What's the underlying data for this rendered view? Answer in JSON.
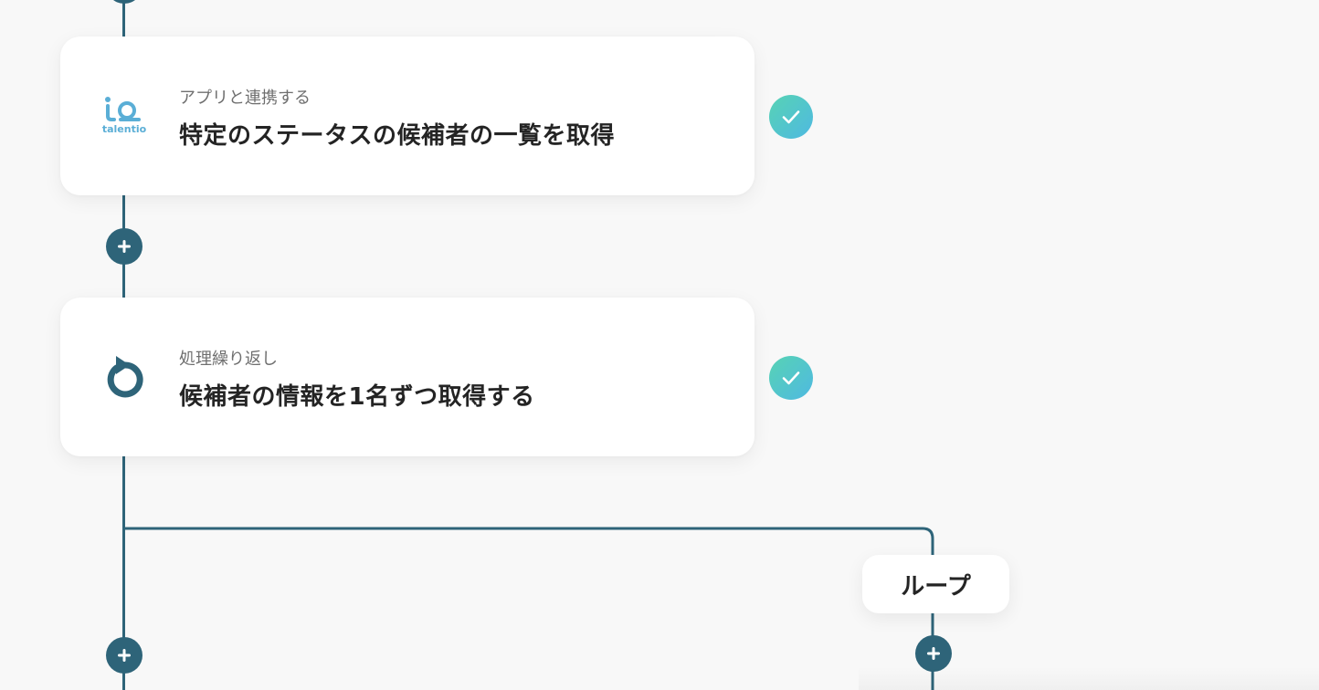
{
  "flow": {
    "steps": [
      {
        "subtitle": "アプリと連携する",
        "title": "特定のステータスの候補者の一覧を取得",
        "icon": "talentio-logo-icon",
        "logo_text": "talentio",
        "status": "completed"
      },
      {
        "subtitle": "処理繰り返し",
        "title": "候補者の情報を1名ずつ取得する",
        "icon": "loop-arrow-icon",
        "status": "completed"
      }
    ],
    "branch": {
      "label": "ループ"
    }
  },
  "colors": {
    "connector": "#2e6479",
    "check_gradient_start": "#57d3b4",
    "check_gradient_end": "#4fb9e1",
    "talentio_logo": "#5aaed6",
    "background": "#f8f8f8"
  }
}
